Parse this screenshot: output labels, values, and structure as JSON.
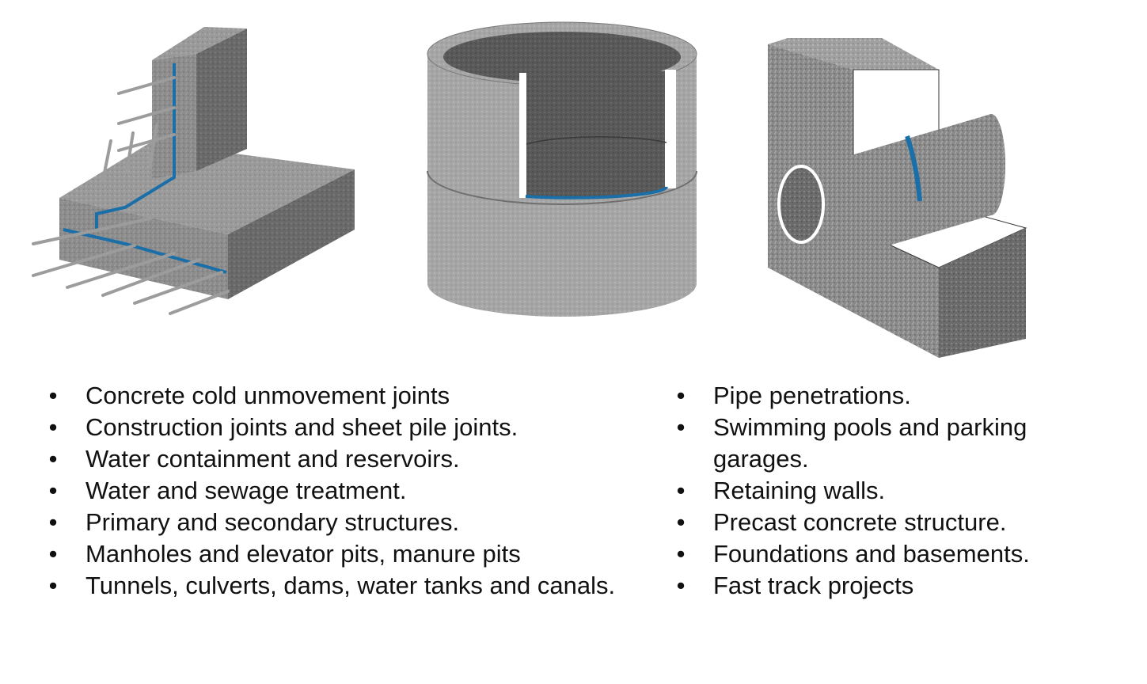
{
  "illustrations": {
    "accent_color": "#1a6fa8",
    "concrete_light": "#bdbdbd",
    "concrete_mid": "#8f8f8f",
    "concrete_dark": "#5e5e5e"
  },
  "left_list": {
    "items": [
      "Concrete cold unmovement joints",
      "Construction joints and sheet pile joints.",
      "Water containment and reservoirs.",
      "Water and sewage treatment.",
      "Primary and secondary structures.",
      "Manholes and elevator pits, manure pits",
      "Tunnels, culverts, dams, water tanks and canals."
    ]
  },
  "right_list": {
    "items": [
      "Pipe penetrations.",
      "Swimming pools and parking garages.",
      "Retaining walls.",
      "Precast concrete structure.",
      "Foundations and basements.",
      "Fast track projects"
    ]
  }
}
